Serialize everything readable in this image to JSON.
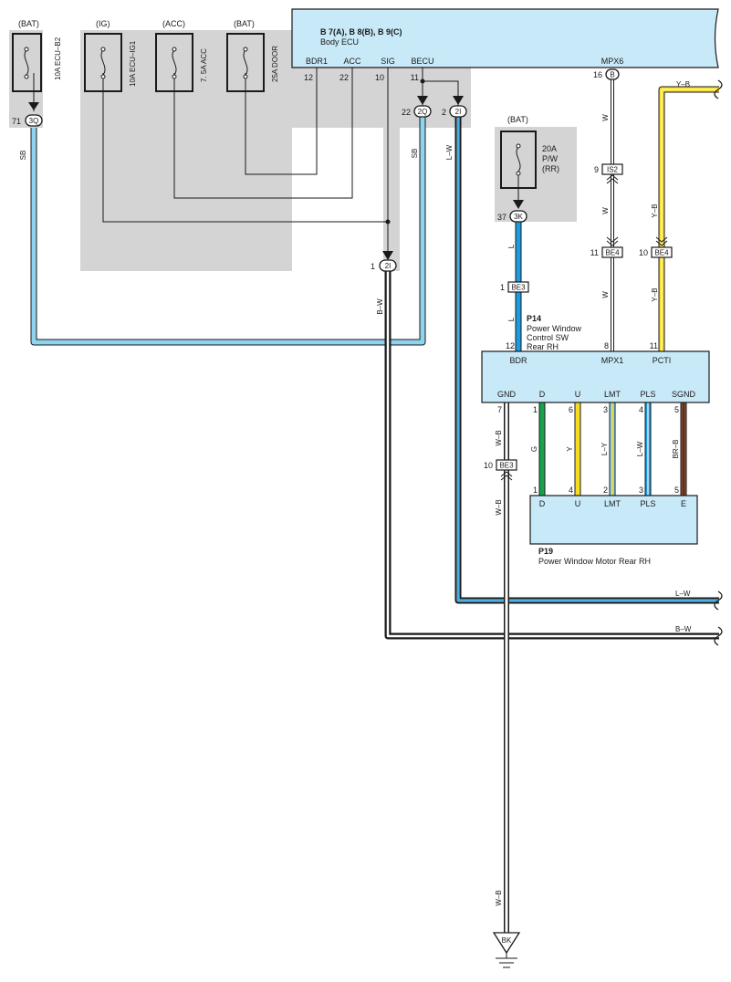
{
  "ecu": {
    "title": "B 7(A), B 8(B), B 9(C)",
    "name": "Body ECU",
    "pins": {
      "bdr1": "BDR1",
      "acc": "ACC",
      "sig": "SIG",
      "becu": "BECU",
      "mpx6": "MPX6"
    },
    "pin_nums": {
      "bdr1": "12",
      "acc": "22",
      "sig": "10",
      "becu": "11",
      "mpx6": "16"
    },
    "mpx6_conn": "B"
  },
  "fuses": {
    "ecu_b2": {
      "source": "(BAT)",
      "name": "10A ECU–B2"
    },
    "ecu_ig1": {
      "source": "(IG)",
      "name": "10A ECU–IG1"
    },
    "acc": {
      "source": "(ACC)",
      "name": "7. 5A ACC"
    },
    "door": {
      "source": "(BAT)",
      "name": "25A DOOR"
    },
    "pw": {
      "source": "(BAT)",
      "amp": "20A",
      "name": "P/W",
      "sub": "(RR)"
    }
  },
  "connectors": {
    "c3q": {
      "pin": "71",
      "id": "3Q"
    },
    "c2q": {
      "pin": "22",
      "id": "2Q"
    },
    "c2i_top": {
      "pin": "2",
      "id": "2I"
    },
    "c2i_bot": {
      "pin": "1",
      "id": "2I"
    },
    "c3k": {
      "pin": "37",
      "id": "3K"
    },
    "is2": {
      "pin": "9",
      "id": "IS2"
    },
    "be4_w": {
      "pin": "11",
      "id": "BE4"
    },
    "be4_y": {
      "pin": "10",
      "id": "BE4"
    },
    "be3_top": {
      "pin": "1",
      "id": "BE3"
    },
    "be3_bot": {
      "pin": "10",
      "id": "BE3"
    }
  },
  "wires": {
    "sb_left": "SB",
    "sb_right": "SB",
    "l_w": "L–W",
    "b_w": "B–W",
    "l_upper": "L",
    "l_lower": "L",
    "w1": "W",
    "w2": "W",
    "w3": "W",
    "y_b_top": "Y–B",
    "y_b_mid1": "Y–B",
    "y_b_mid2": "Y–B",
    "w_b1": "W–B",
    "w_b2": "W–B",
    "w_b3": "W–B",
    "g": "G",
    "y": "Y",
    "l_y": "L–Y",
    "l_w_sw": "L–W",
    "br_b": "BR–B",
    "l_w_out": "L–W",
    "b_w_out": "B–W"
  },
  "p14": {
    "id": "P14",
    "name": [
      "Power Window",
      "Control SW",
      "Rear RH"
    ],
    "top_pins": {
      "bdr": "BDR",
      "mpx1": "MPX1",
      "pcti": "PCTI"
    },
    "top_nums": {
      "bdr": "12",
      "mpx1": "8",
      "pcti": "11"
    },
    "bottom_pins": [
      "GND",
      "D",
      "U",
      "LMT",
      "PLS",
      "SGND"
    ],
    "bottom_nums": [
      "7",
      "1",
      "6",
      "3",
      "4",
      "5"
    ]
  },
  "p19": {
    "id": "P19",
    "name": "Power Window Motor Rear RH",
    "pins": [
      "D",
      "U",
      "LMT",
      "PLS",
      "E"
    ],
    "nums": [
      "1",
      "4",
      "2",
      "3",
      "5"
    ]
  },
  "ground": {
    "label": "BK"
  },
  "colors": {
    "sb": "#8fd3ef",
    "l": "#1c9be0",
    "green": "#17a34a",
    "yellow": "#f6dd1f",
    "brown": "#8a4a2b",
    "comp": "#c8e9f8",
    "shade": "#d4d4d4"
  }
}
